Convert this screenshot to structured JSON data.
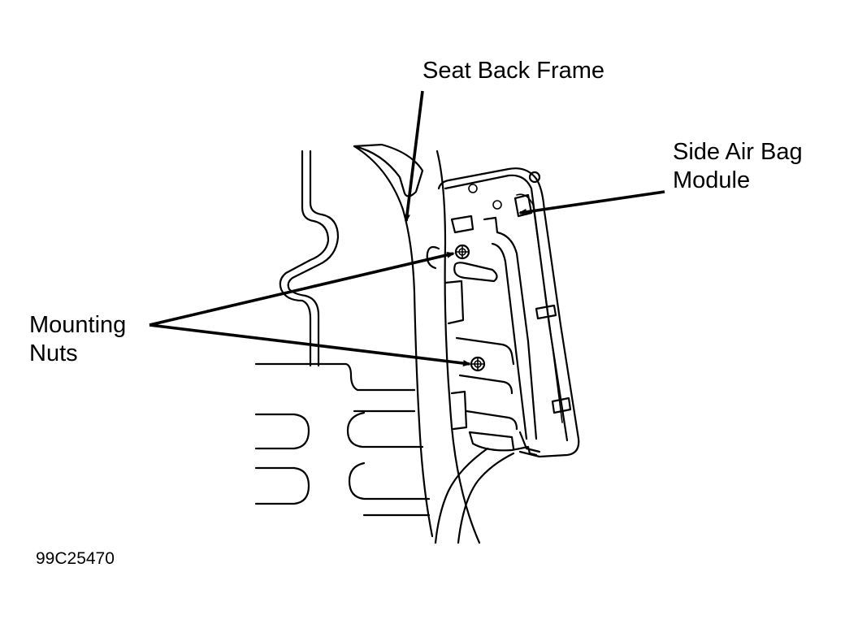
{
  "labels": {
    "seat_back_frame": "Seat Back Frame",
    "side_air_bag_line1": "Side Air Bag",
    "side_air_bag_line2": "Module",
    "mounting_nuts_line1": "Mounting",
    "mounting_nuts_line2": "Nuts"
  },
  "figure_code": "99C25470",
  "colors": {
    "ink": "#000000",
    "background": "#ffffff"
  }
}
